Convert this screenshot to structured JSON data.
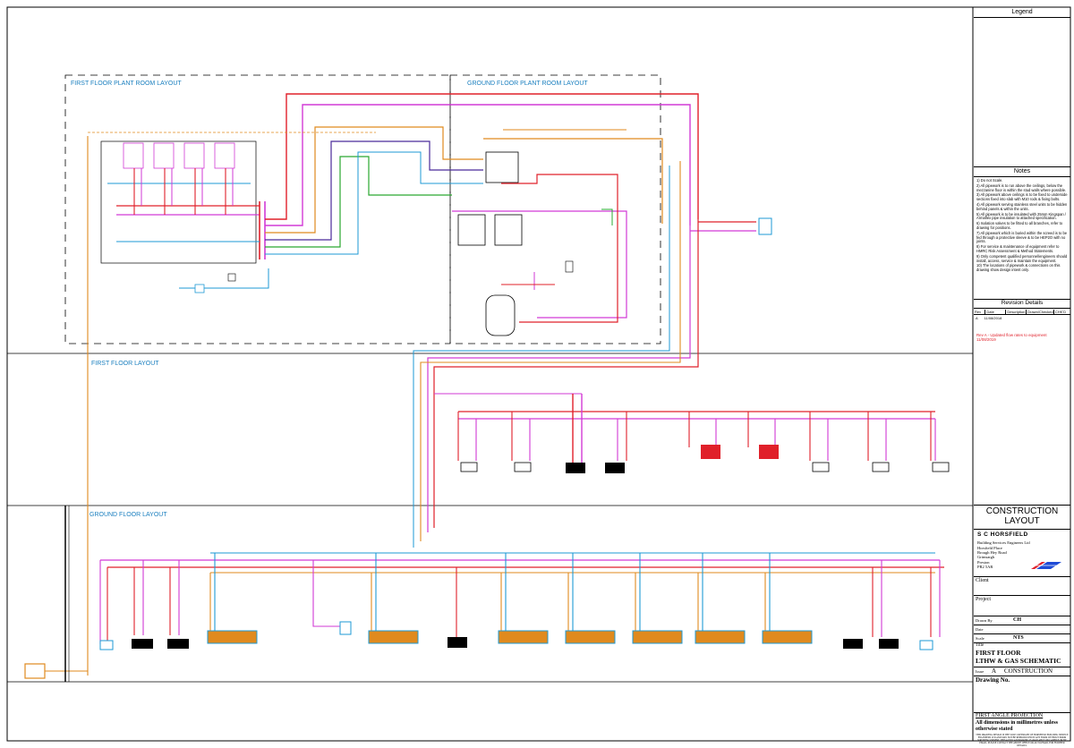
{
  "sections": {
    "first_floor_plant_room": "FIRST FLOOR PLANT ROOM LAYOUT",
    "ground_floor_plant_room": "GROUND FLOOR PLANT ROOM LAYOUT",
    "first_floor_layout": "FIRST FLOOR LAYOUT",
    "ground_floor_layout": "GROUND FLOOR LAYOUT"
  },
  "title_block": {
    "legend_heading": "Legend",
    "notes_heading": "Notes",
    "notes": [
      "1) Do not Scale.",
      "2) All pipework is to run above the ceilings, below the mezzanine floor is within the stud walls where possible.",
      "3) All pipework above ceilings is to be fixed to underside sections fixed into slab with M10 rods & fixing bolts.",
      "4) All pipework serving stainless steel units to be hidden behind panels & within the units.",
      "5) All pipework is to be insulated with 25mm Kingspan / Armaflex pipe insulation to attached specification.",
      "6) Isolation valves to be fitted to all branches, refer to drawing for positions.",
      "7) All pipework which is buried within the screed is to be fed through a protective sleeve & to be HEP2O with no joints.",
      "8) For service & maintenance of equipment refer to HMRC Risk Assessment & Method Statements.",
      "9) Only competent qualified personnel/engineers should install, access, service & maintain the equipment.",
      "10) The locations of pipework & connections on this drawing show design intent only."
    ],
    "revision_heading": "Revision Details",
    "revision_cols": [
      "Rev",
      "Date",
      "Description",
      "Drawn/Checked",
      "CHK'D"
    ],
    "revision_row": [
      "A",
      "11/08/2018"
    ],
    "revision_note": "Rev A - Updated flow rates to equipment 11/08/2019",
    "stage_title": "CONSTRUCTION LAYOUT",
    "company": "S C HORSFIELD",
    "company_sub": "Building Services Engineers Ltd",
    "address": [
      "Horsfield Place",
      "Brough Hey Road",
      "Grimsargh",
      "Preston",
      "PR2 5AR"
    ],
    "client_label": "Client",
    "project_label": "Project",
    "drawn_by_label": "Drawn By",
    "drawn_by": "CH",
    "date_label": "Date",
    "scale_label": "Scale",
    "scale": "NTS",
    "title_label": "Title",
    "title_line1": "FIRST FLOOR",
    "title_line2": "LTHW & GAS SCHEMATIC",
    "issue_label": "Issue",
    "issue": "A",
    "issue_status": "CONSTRUCTION",
    "drawing_no_label": "Drawing No.",
    "projection": "FIRST ANGLE PROJECTION",
    "dimensions_note": "All dimensions in millimetres unless otherwise stated",
    "copyright": "THIS DRAWING DESIGN IS THE SOLE COPYRIGHT OF HORSFIELD BUILDING SERVICE ENGINEERS LTD AND MAY NOT BE REPRODUCED IN ANY FORM WITHOUT PRIOR WRITTEN CONSENT. THIS AUTOCAD DRAWING IS AVAILABLE ON CADFILE OR BY EMAIL. PLEASE CONTACT THE ABOVE OFFICE OR AUTO-EMAIL FOR FURTHER DETAILS."
  },
  "colors": {
    "flow": "#e0202a",
    "return": "#d23ad6",
    "gas": "#e08a1e",
    "cold": "#1e9ad6",
    "green": "#2aa830",
    "purple": "#4a2a9a",
    "label_blue": "#1a7fbf"
  }
}
